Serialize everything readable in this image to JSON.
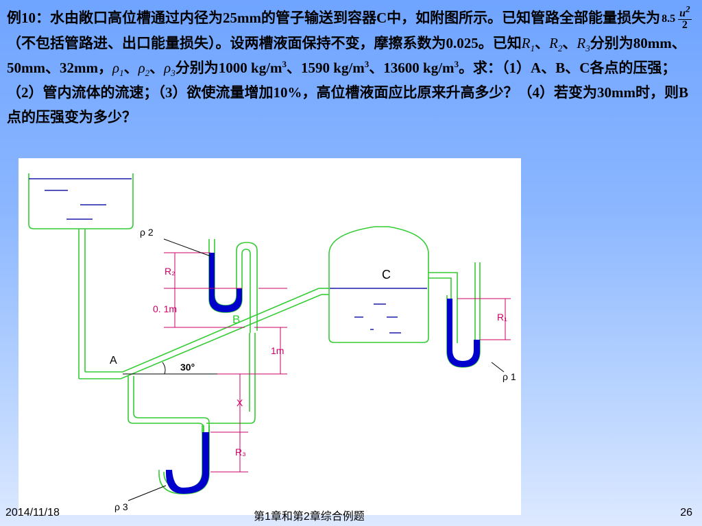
{
  "problem": {
    "p1": "例10：水由敞口高位槽通过内径为25mm的管子输送到容器C中，如附图所示。已知管路全部能量损失为",
    "coef": "8.5",
    "frac_num": "u",
    "frac_num_sup": "2",
    "frac_den": "2",
    "p2": "（不包括管路进、出口能量损失）。设两槽液面保持不变，摩擦系数为0.025。已知",
    "R_sym": "R",
    "sub1": "1",
    "sub2": "2",
    "sub3": "3",
    "sep": "、",
    "p3": "分别为80mm、50mm、32mm，",
    "rho_sym": "ρ",
    "p4": "分别为1000 kg/m",
    "cube": "3",
    "p5": "、1590 kg/m",
    "p6": "、13600 kg/m",
    "p7": "。求：（1）A、B、C各点的压强；（2）管内流体的流速；（3）欲使流量增加10%，高位槽液面应比原来升高多少？（4）若变为30mm时，则B点的压强变为多少？"
  },
  "figure": {
    "label_rho2": "ρ 2",
    "label_R2": "R₂",
    "label_01m": "0. 1m",
    "label_B": "B",
    "label_A": "A",
    "label_30": "30°",
    "label_1m": "1m",
    "label_X": "X",
    "label_R3": "R₃",
    "label_rho3": "ρ 3",
    "label_C": "C",
    "label_R1": "R₁",
    "label_rho1": "ρ 1",
    "colors": {
      "pipe": "#33cc33",
      "fluid": "#0000cc",
      "liquid_line": "#1a1aaa",
      "dimension": "#cc0066",
      "label": "#000000"
    }
  },
  "footer": {
    "date": "2014/11/18",
    "title": "第1章和第2章综合例题",
    "page": "26"
  }
}
